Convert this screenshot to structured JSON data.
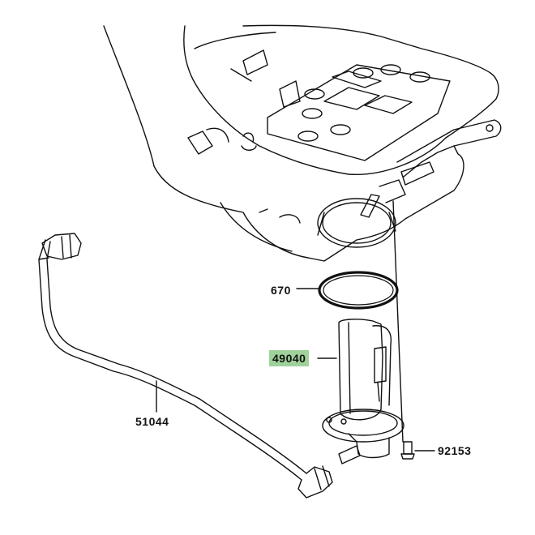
{
  "labels": {
    "oring": "670",
    "pump": "49040",
    "hose": "51044",
    "bolt": "92153"
  },
  "highlight_color": "#9fd29a",
  "line_color": "#111111"
}
